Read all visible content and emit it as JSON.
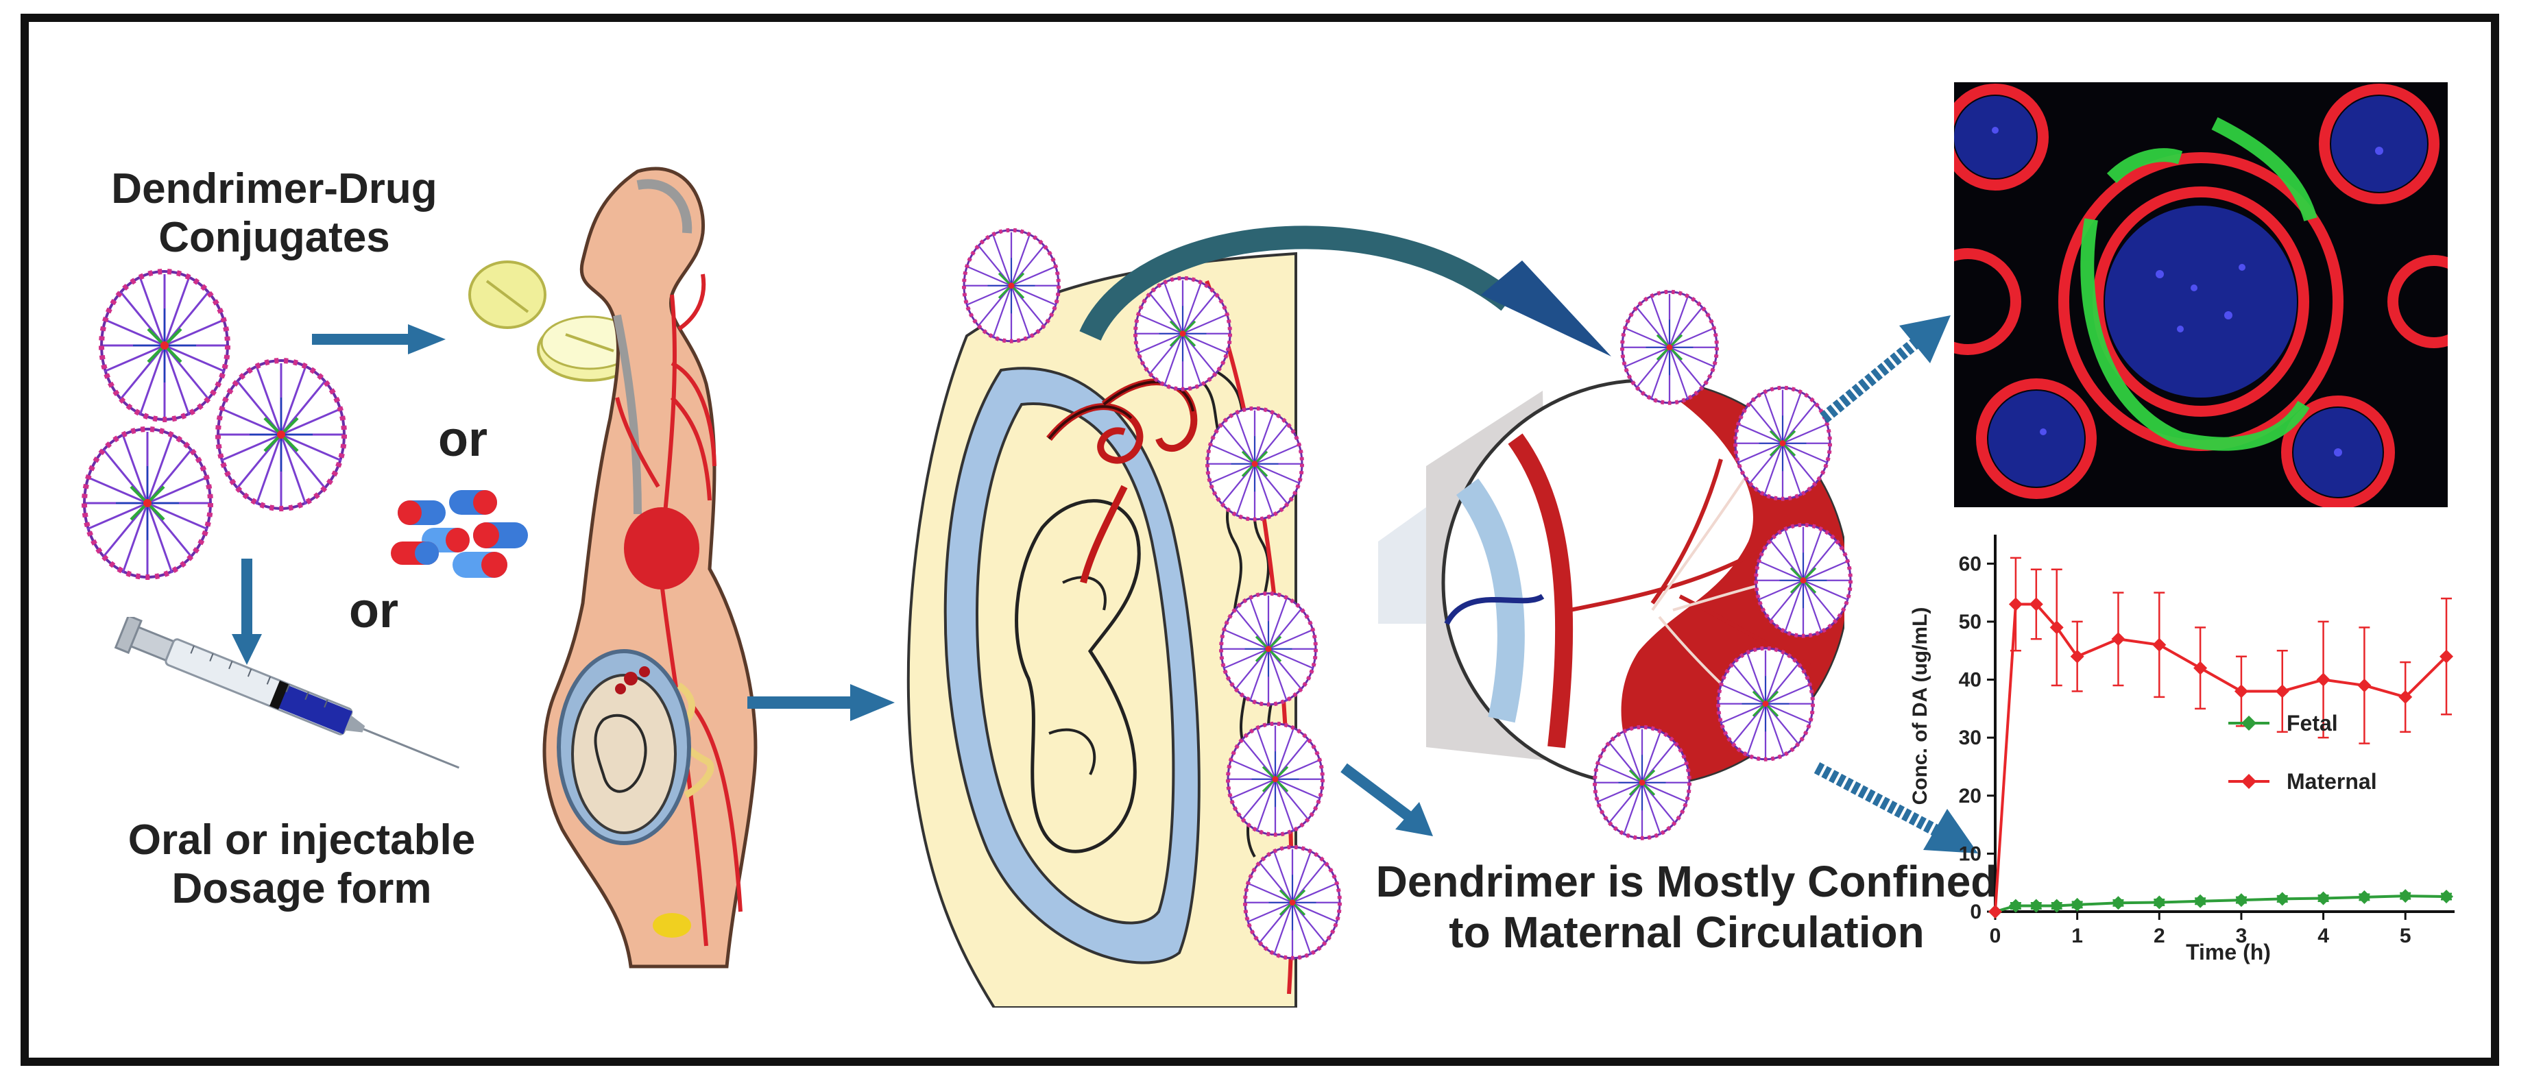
{
  "left_panel": {
    "title_line1": "Dendrimer-Drug",
    "title_line2": "Conjugates",
    "or_1": "or",
    "or_2": "or",
    "dosage_line1": "Oral or injectable",
    "dosage_line2": "Dosage form"
  },
  "middle_panel": {
    "caption_line1": "Dendrimer is Mostly Confined",
    "caption_line2": "to Maternal Circulation"
  },
  "chart_data": {
    "type": "line",
    "xlabel": "Time (h)",
    "ylabel": "Conc. of DA (ug/mL)",
    "xlim": [
      0,
      5.6
    ],
    "ylim": [
      0,
      65
    ],
    "xticks": [
      0,
      1,
      2,
      3,
      4,
      5
    ],
    "yticks": [
      0,
      10,
      20,
      30,
      40,
      50,
      60
    ],
    "legend_position": "right",
    "series": [
      {
        "name": "Fetal",
        "color": "#2e9e3a",
        "x": [
          0,
          0.25,
          0.5,
          0.75,
          1,
          1.5,
          2,
          2.5,
          3,
          3.5,
          4,
          4.5,
          5,
          5.5
        ],
        "y": [
          0,
          1,
          1,
          1,
          1.2,
          1.5,
          1.6,
          1.8,
          2,
          2.2,
          2.3,
          2.5,
          2.7,
          2.6
        ],
        "err": [
          0,
          0.5,
          0.5,
          0.5,
          0.5,
          0.5,
          0.5,
          0.5,
          0.5,
          0.5,
          0.5,
          0.5,
          0.5,
          0.5
        ]
      },
      {
        "name": "Maternal",
        "color": "#e8262a",
        "x": [
          0,
          0.25,
          0.5,
          0.75,
          1,
          1.5,
          2,
          2.5,
          3,
          3.5,
          4,
          4.5,
          5,
          5.5
        ],
        "y": [
          0,
          53,
          53,
          49,
          44,
          47,
          46,
          42,
          38,
          38,
          40,
          39,
          37,
          44
        ],
        "err": [
          0,
          8,
          6,
          10,
          6,
          8,
          9,
          7,
          6,
          7,
          10,
          10,
          6,
          10
        ]
      }
    ]
  }
}
